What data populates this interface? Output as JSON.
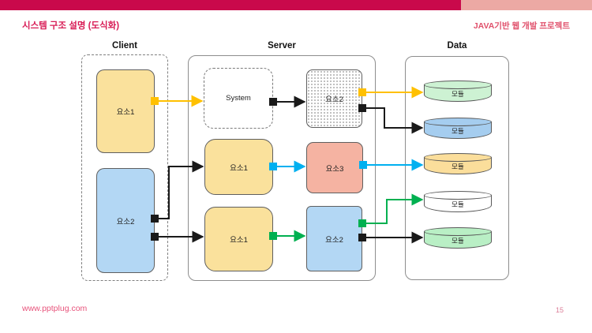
{
  "header": {
    "title": "시스템 구조 설명 (도식화)",
    "project": "JAVA기반 웹 개발 프로젝트",
    "bar_color": "#C9094B",
    "bar_color_light": "#ECA9A4",
    "title_color": "#D81C56"
  },
  "diagram": {
    "client": {
      "label": "Client",
      "nodes": [
        {
          "label": "요소1",
          "fill": "#FAE19C"
        },
        {
          "label": "요소2",
          "fill": "#B3D7F4"
        }
      ]
    },
    "server": {
      "label": "Server",
      "nodes": [
        {
          "label": "System",
          "fill": "#FFFFFF",
          "style": "dashed-border"
        },
        {
          "label": "요소2",
          "fill": "stipple-dots"
        },
        {
          "label": "요소1",
          "fill": "#FAE19C"
        },
        {
          "label": "요소3",
          "fill": "#F5B3A2"
        },
        {
          "label": "요소1",
          "fill": "#FAE19C"
        },
        {
          "label": "요소2",
          "fill": "#B3D7F4"
        }
      ]
    },
    "data": {
      "label": "Data",
      "modules": [
        {
          "label": "모듈",
          "fill": "#CDF2D3"
        },
        {
          "label": "모듈",
          "fill": "#A5CDEF"
        },
        {
          "label": "모듈",
          "fill": "#FBDE9B"
        },
        {
          "label": "모듈",
          "fill": "#FFFFFF"
        },
        {
          "label": "모듈",
          "fill": "#B9EFC5"
        }
      ]
    },
    "connections": [
      {
        "from": "client-요소1",
        "to": "server-System",
        "color": "#FFC000"
      },
      {
        "from": "client-요소2",
        "to": "server-요소1-middle",
        "color": "#1A1A1A"
      },
      {
        "from": "client-요소2",
        "to": "server-요소1-bottom",
        "color": "#1A1A1A"
      },
      {
        "from": "server-System",
        "to": "server-요소2-top",
        "color": "#1A1A1A"
      },
      {
        "from": "server-요소1-middle",
        "to": "server-요소3",
        "color": "#00B0F0"
      },
      {
        "from": "server-요소1-bottom",
        "to": "server-요소2-bottom",
        "color": "#00B050"
      },
      {
        "from": "server-요소2-top",
        "to": "data-모듈-1",
        "color": "#FFC000"
      },
      {
        "from": "server-요소2-top",
        "to": "data-모듈-2",
        "color": "#1A1A1A"
      },
      {
        "from": "server-요소3",
        "to": "data-모듈-3",
        "color": "#00B0F0"
      },
      {
        "from": "server-요소2-bottom",
        "to": "data-모듈-4",
        "color": "#00B050"
      },
      {
        "from": "server-요소2-bottom",
        "to": "data-모듈-5",
        "color": "#1A1A1A"
      }
    ]
  },
  "footer": {
    "website": "www.pptplug.com",
    "page_number": "15"
  }
}
